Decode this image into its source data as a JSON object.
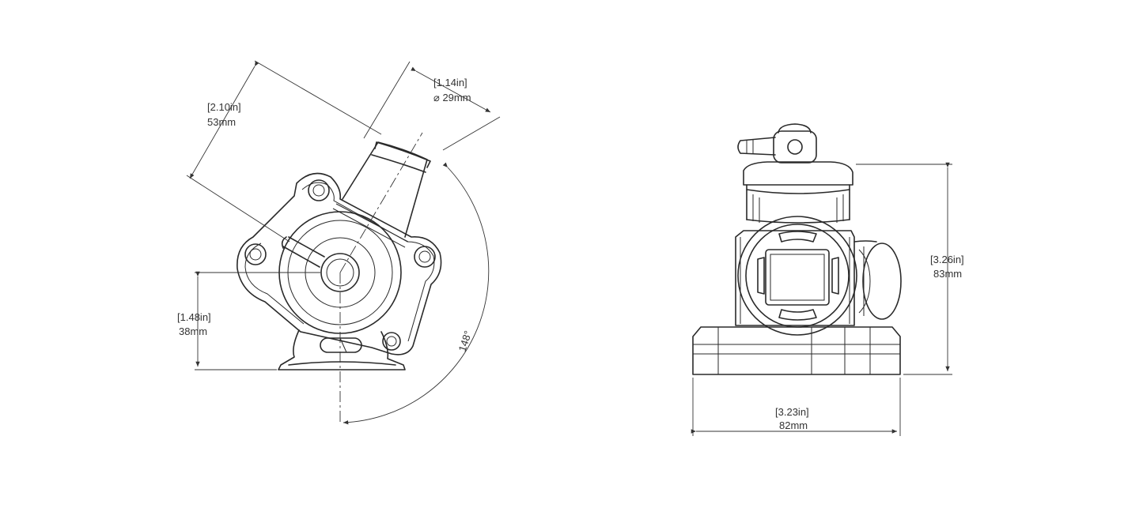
{
  "left_view": {
    "height_dim": {
      "imperial": "2.10in",
      "metric": "53mm"
    },
    "port_dim": {
      "imperial": "1.14in",
      "diameter_symbol": "⌀",
      "metric": "29mm"
    },
    "offset_dim": {
      "imperial": "1.48in",
      "metric": "38mm"
    },
    "angle": "148°"
  },
  "right_view": {
    "height_dim": {
      "imperial": "3.26in",
      "metric": "83mm"
    },
    "width_dim": {
      "imperial": "3.23in",
      "metric": "82mm"
    }
  }
}
